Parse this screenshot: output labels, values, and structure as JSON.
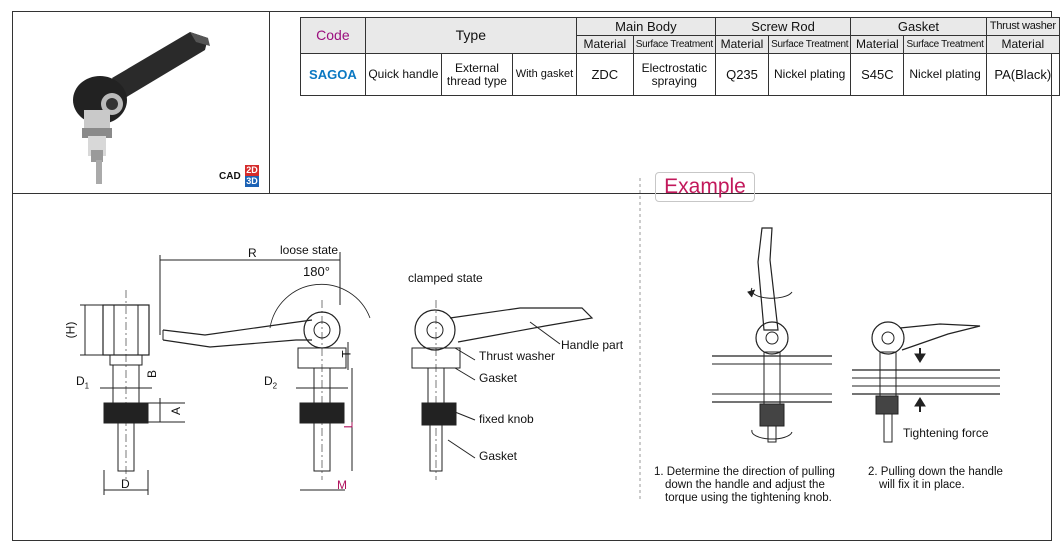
{
  "table": {
    "headers": {
      "code": "Code",
      "type": "Type",
      "main_body": "Main Body",
      "screw_rod": "Screw Rod",
      "gasket": "Gasket",
      "thrust_washer": "Thrust washer",
      "material": "Material",
      "surface_treatment": "Surface Treatment"
    },
    "row": {
      "code": "SAGOA",
      "type1": "Quick handle",
      "type2_line1": "External",
      "type2_line2": "thread type",
      "type3": "With gasket",
      "main_material": "ZDC",
      "main_surface_line1": "Electrostatic",
      "main_surface_line2": "spraying",
      "screw_material": "Q235",
      "screw_surface": "Nickel plating",
      "gasket_material": "S45C",
      "gasket_surface": "Nickel plating",
      "thrust_material": "PA(Black)"
    }
  },
  "badge": {
    "cad": "CAD",
    "two_d": "2D",
    "three_d": "3D"
  },
  "drawing": {
    "R": "R",
    "loose_state": "loose state",
    "angle": "180°",
    "clamped_state": "clamped state",
    "H": "(H)",
    "D1": "D",
    "D1_sub": "1",
    "B": "B",
    "A": "A",
    "D": "D",
    "D2": "D",
    "D2_sub": "2",
    "T": "T",
    "L": "L",
    "M": "M",
    "thrust_washer": "Thrust washer",
    "handle_part": "Handle part",
    "gasket_top": "Gasket",
    "fixed_knob": "fixed knob",
    "gasket_bottom": "Gasket"
  },
  "example": {
    "title": "Example",
    "tightening_force": "Tightening force",
    "step1_line1": "1. Determine the direction of pulling",
    "step1_line2": "down the handle and adjust the",
    "step1_line3": "torque using the tightening knob.",
    "step2_line1": "2. Pulling down the handle",
    "step2_line2": "will fix it in place."
  }
}
